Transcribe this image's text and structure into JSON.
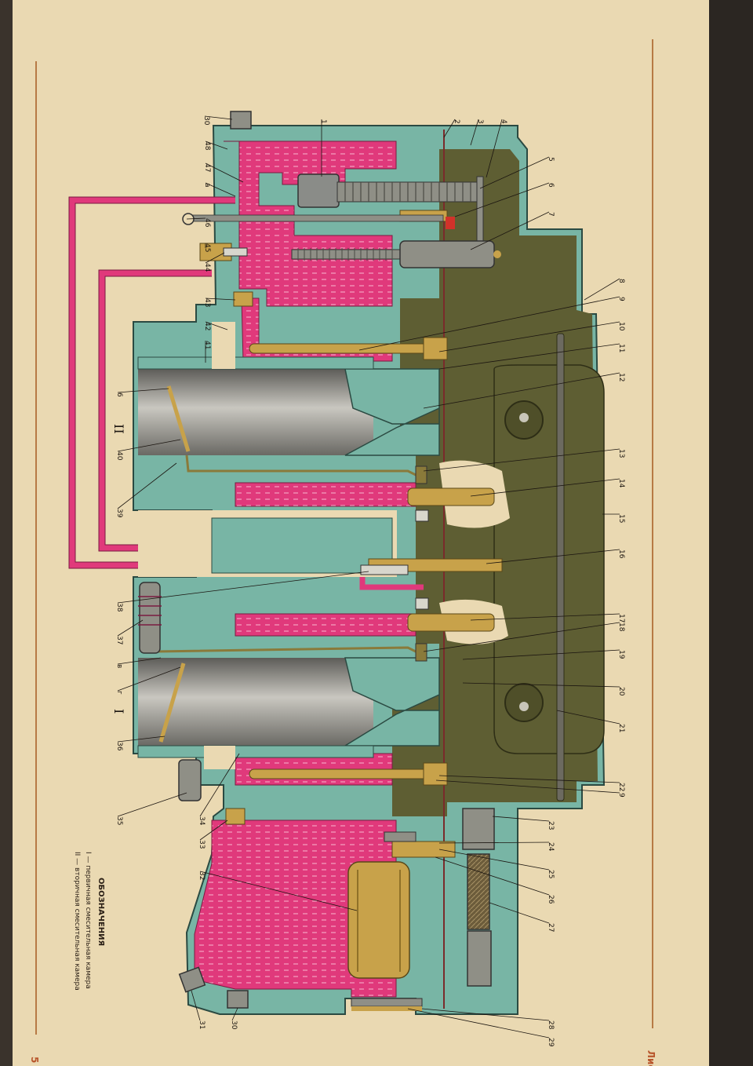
{
  "sheet": {
    "colors": {
      "paper": "#ead9b2",
      "frame": "#b77a45",
      "housing": "#78b5a5",
      "fuel": "#e0397b",
      "brass": "#c8a24a",
      "float_chamber_olive": "#5e5e33",
      "bore_gray": "#8d8c87"
    },
    "page_number": "5",
    "sheet_label": "Лист",
    "roman_primary": "I",
    "roman_secondary": "II"
  },
  "legend": {
    "title": "ОБОЗНАЧЕНИЯ",
    "items": [
      "I — первичная смесительная камера",
      "II — вторичная смесительная камера"
    ]
  },
  "callouts": {
    "top": [
      "30",
      "48",
      "47",
      "а",
      "46",
      "45",
      "44",
      "43",
      "42",
      "41",
      "6",
      "40",
      "39",
      "38",
      "37",
      "в",
      "г",
      "36",
      "35",
      "34",
      "33",
      "32",
      "31",
      "30"
    ],
    "bottom": [
      "1",
      "2",
      "3",
      "4",
      "5",
      "6",
      "7",
      "8",
      "9",
      "10",
      "11",
      "12",
      "13",
      "14",
      "15",
      "16",
      "17",
      "18",
      "19",
      "20",
      "21",
      "22",
      "9",
      "23",
      "24",
      "25",
      "26",
      "27",
      "28",
      "29"
    ]
  }
}
